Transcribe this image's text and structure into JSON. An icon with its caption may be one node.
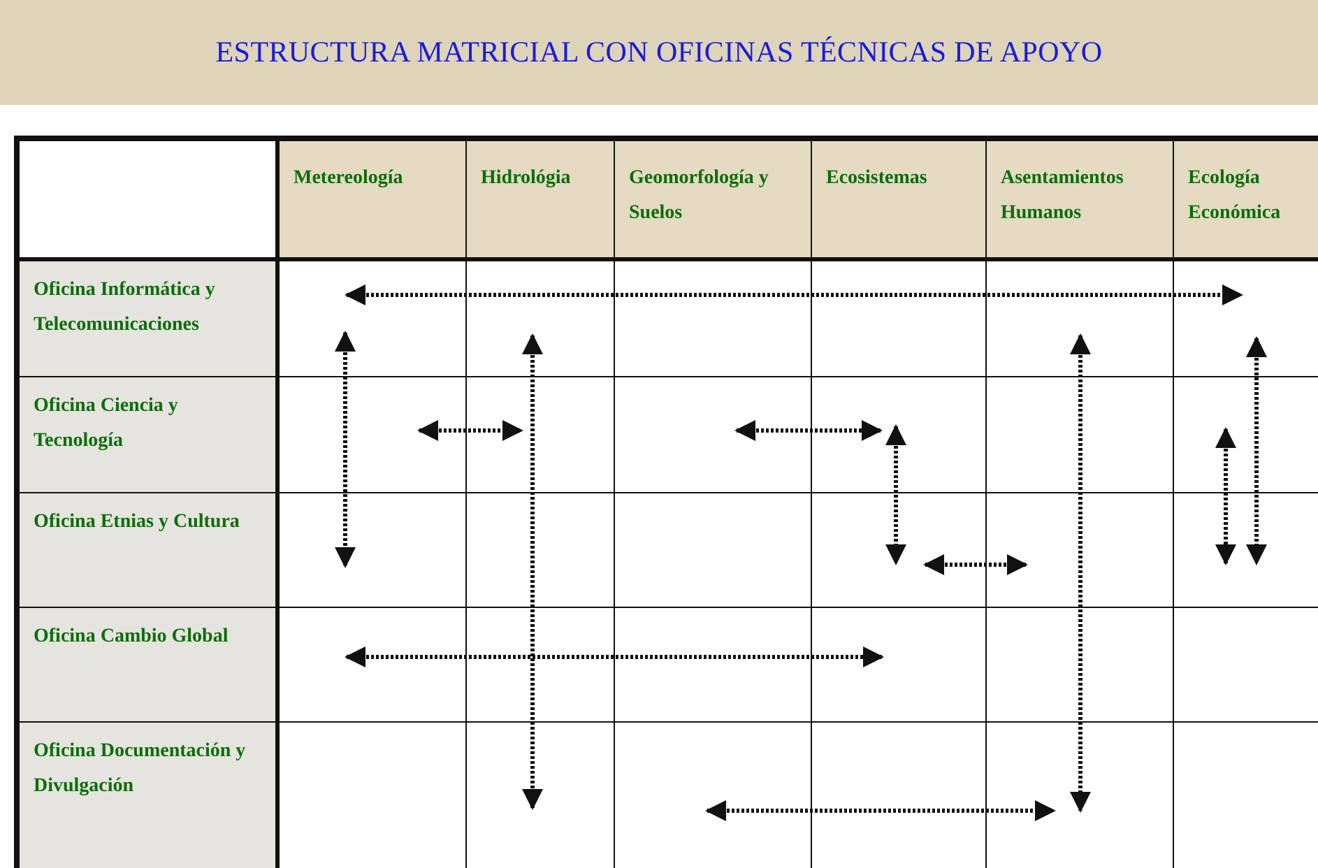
{
  "diagram": {
    "title": "ESTRUCTURA MATRICIAL CON OFICINAS TÉCNICAS DE APOYO",
    "labels": [
      "Metereología",
      "Hidrológia",
      "Geomorfología y Suelos",
      "Ecosistemas",
      "Asentamientos Humanos",
      "Ecología Económica",
      "Oficina Informática y Telecomunicaciones",
      "Oficina Ciencia y Tecnología",
      "Oficina Etnias y Cultura",
      "Oficina Cambio Global",
      "Oficina Documentación y Divulgación"
    ]
  }
}
